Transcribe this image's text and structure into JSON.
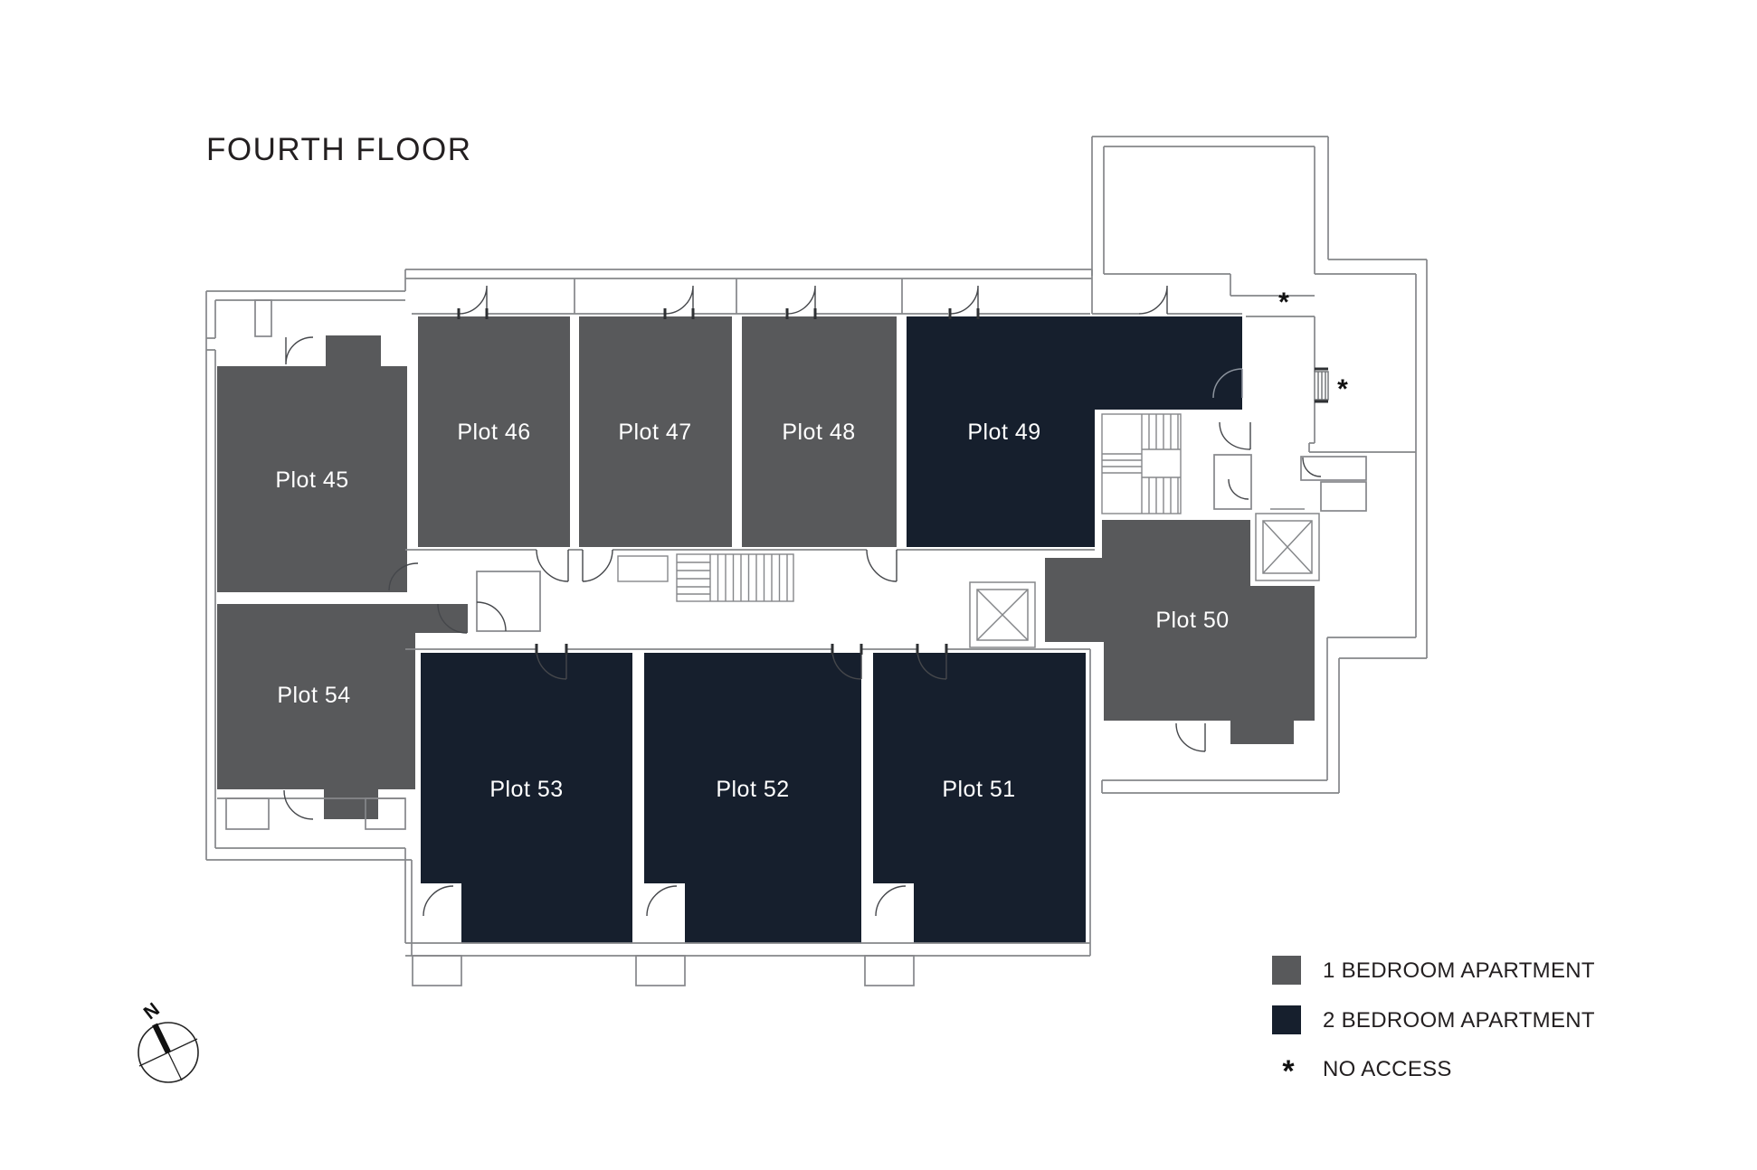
{
  "title": "FOURTH FLOOR",
  "colors": {
    "one_bed": "#58595b",
    "two_bed": "#161f2d",
    "wall": "#85878a",
    "wall_dark": "#36383c",
    "text": "#231f20",
    "plot_label": "#ffffff"
  },
  "plots": [
    {
      "id": "plot-45",
      "label": "Plot 45",
      "type": "1 bedroom apartment"
    },
    {
      "id": "plot-46",
      "label": "Plot 46",
      "type": "1 bedroom apartment"
    },
    {
      "id": "plot-47",
      "label": "Plot 47",
      "type": "1 bedroom apartment"
    },
    {
      "id": "plot-48",
      "label": "Plot 48",
      "type": "1 bedroom apartment"
    },
    {
      "id": "plot-49",
      "label": "Plot 49",
      "type": "2 bedroom apartment"
    },
    {
      "id": "plot-50",
      "label": "Plot 50",
      "type": "1 bedroom apartment"
    },
    {
      "id": "plot-51",
      "label": "Plot 51",
      "type": "2 bedroom apartment"
    },
    {
      "id": "plot-52",
      "label": "Plot 52",
      "type": "2 bedroom apartment"
    },
    {
      "id": "plot-53",
      "label": "Plot 53",
      "type": "2 bedroom apartment"
    },
    {
      "id": "plot-54",
      "label": "Plot 54",
      "type": "1 bedroom apartment"
    }
  ],
  "legend": {
    "items": [
      {
        "label": "1 BEDROOM APARTMENT",
        "color_key": "one_bed"
      },
      {
        "label": "2 BEDROOM APARTMENT",
        "color_key": "two_bed"
      },
      {
        "label": "NO ACCESS",
        "symbol": "*"
      }
    ]
  },
  "no_access_markers": [
    {
      "symbol": "*"
    },
    {
      "symbol": "*"
    }
  ],
  "compass": {
    "label": "N"
  }
}
